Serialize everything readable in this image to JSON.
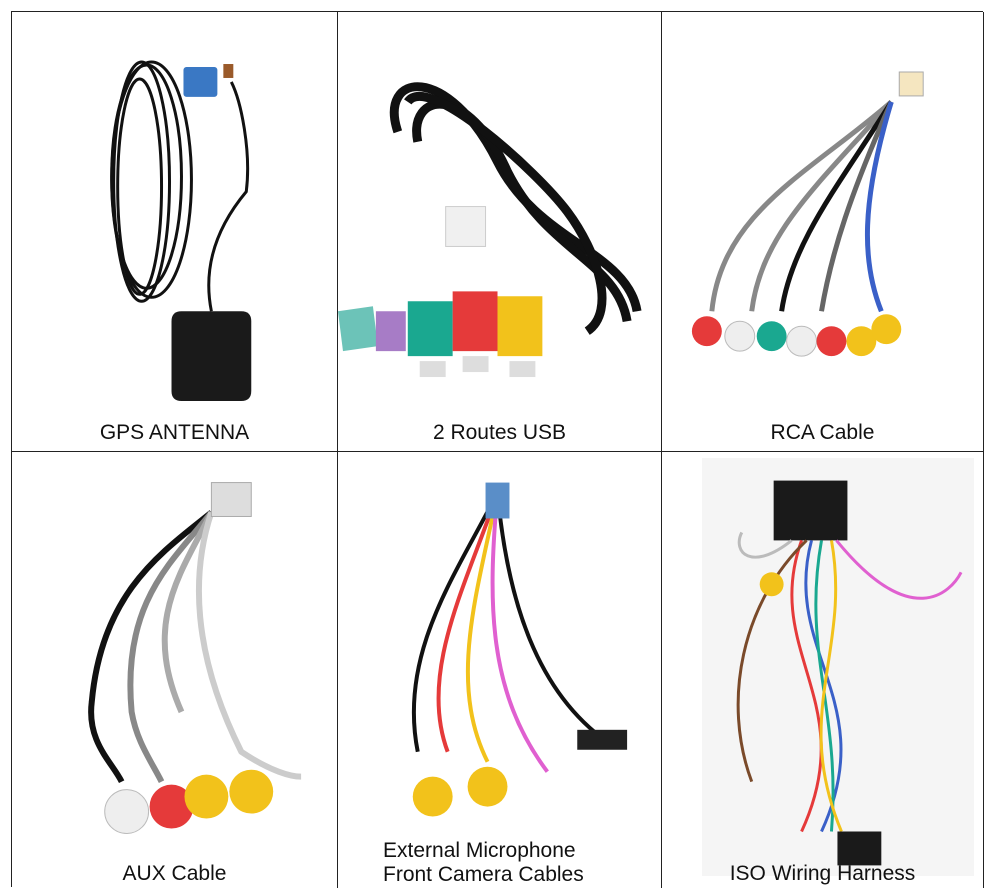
{
  "cells": [
    {
      "label": "GPS ANTENNA",
      "icon": "gps-antenna-icon"
    },
    {
      "label": "2 Routes USB",
      "icon": "usb-cable-icon"
    },
    {
      "label": "RCA Cable",
      "icon": "rca-cable-icon"
    },
    {
      "label": "AUX Cable",
      "icon": "aux-cable-icon"
    },
    {
      "label_line1": "External Microphone",
      "label_line2": "Front Camera Cables",
      "icon": "microphone-camera-cable-icon"
    },
    {
      "label": "ISO Wiring Harness",
      "icon": "iso-harness-icon"
    }
  ]
}
